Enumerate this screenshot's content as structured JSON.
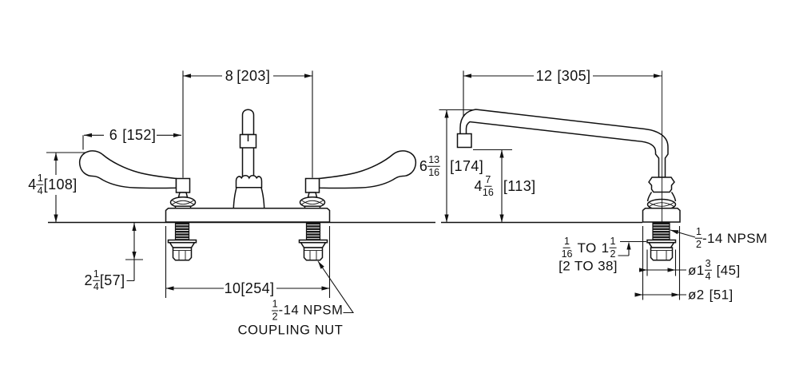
{
  "front_view": {
    "dim_handle_spread": {
      "value": "8",
      "metric": "[203]"
    },
    "dim_handle_length": {
      "value": "6",
      "metric": "[152]"
    },
    "dim_height_above_deck": {
      "whole": "4",
      "num": "1",
      "den": "4",
      "metric": "[108]"
    },
    "dim_shank_length": {
      "whole": "2",
      "num": "1",
      "den": "4",
      "metric": "[57]"
    },
    "dim_base_length": {
      "value": "10",
      "metric": "[254]"
    },
    "coupling_nut_callout": {
      "num": "1",
      "den": "2",
      "thread": "-14 NPSM",
      "line2": "COUPLING NUT"
    }
  },
  "side_view": {
    "dim_spout_reach": {
      "value": "12",
      "metric": "[305]"
    },
    "dim_spout_height": {
      "whole": "6",
      "num": "13",
      "den": "16",
      "metric": "[174]"
    },
    "dim_outlet_height": {
      "whole": "4",
      "num": "7",
      "den": "16",
      "metric": "[113]"
    },
    "deck_thickness_range": {
      "num1": "1",
      "den1": "16",
      "to_word": "TO",
      "whole2": "1",
      "num2": "1",
      "den2": "2",
      "metric": "[2 TO 38]"
    },
    "shank_thread_callout": {
      "num": "1",
      "den": "2",
      "thread": "-14 NPSM"
    },
    "dim_flange_diameter": {
      "symbol": "ø",
      "whole": "1",
      "num": "3",
      "den": "4",
      "metric": "[45]"
    },
    "dim_shank_diameter": {
      "symbol": "ø",
      "value": "2",
      "metric": "[51]"
    }
  }
}
